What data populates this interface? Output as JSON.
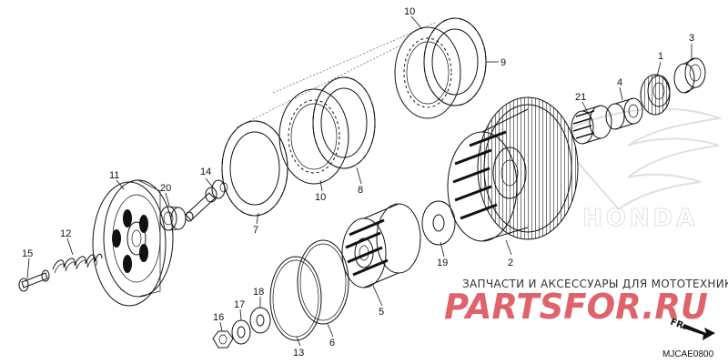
{
  "diagram": {
    "callouts": {
      "c1": "1",
      "c2": "2",
      "c3": "3",
      "c4": "4",
      "c5": "5",
      "c6": "6",
      "c7": "7",
      "c8": "8",
      "c9": "9",
      "c10a": "10",
      "c10b": "10",
      "c11": "11",
      "c12": "12",
      "c13": "13",
      "c14": "14",
      "c15": "15",
      "c16": "16",
      "c17": "17",
      "c18": "18",
      "c19": "19",
      "c20": "20",
      "c21": "21"
    },
    "watermark": {
      "tagline": "ЗАПЧАСТИ И АКСЕССУАРЫ ДЛЯ МОТОТЕХНИКИ",
      "brand": "PARTSFOR.RU",
      "faint_logo": "HONDA"
    },
    "direction_label": "FR.",
    "diagram_code": "MJCAE0800"
  }
}
